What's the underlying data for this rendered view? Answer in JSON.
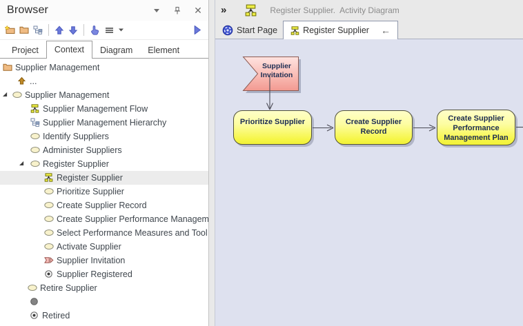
{
  "browser_panel": {
    "title": "Browser",
    "caption_icons": [
      "caret-down",
      "pin",
      "close"
    ],
    "toolbar": {
      "left_icons": [
        "new-folder",
        "folder",
        "hierarchy",
        "separator",
        "arrow-up",
        "arrow-down",
        "separator",
        "hand-pointer",
        "menu",
        "caret-down-small"
      ],
      "right_icons": [
        "play"
      ]
    },
    "tabs": {
      "items": [
        "Project",
        "Context",
        "Diagram",
        "Element"
      ],
      "active": "Context"
    },
    "tree": [
      {
        "icon": "folder",
        "indent": 4,
        "label": "Supplier Management"
      },
      {
        "icon": "up-gold",
        "indent": 25,
        "label": "..."
      },
      {
        "icon": "oval",
        "indent": 18,
        "label": "Supplier Management",
        "expanded": true,
        "toggle_indent": 4
      },
      {
        "icon": "activity-diagram",
        "indent": 44,
        "label": "Supplier Management Flow"
      },
      {
        "icon": "hierarchy",
        "indent": 44,
        "label": "Supplier Management Hierarchy"
      },
      {
        "icon": "oval",
        "indent": 44,
        "label": "Identify Suppliers"
      },
      {
        "icon": "oval",
        "indent": 44,
        "label": "Administer Suppliers"
      },
      {
        "icon": "oval",
        "indent": 44,
        "label": "Register Supplier",
        "expanded": true,
        "toggle_indent": 28
      },
      {
        "icon": "activity-diagram",
        "indent": 64,
        "label": "Register Supplier",
        "selected": true
      },
      {
        "icon": "oval",
        "indent": 64,
        "label": "Prioritize Supplier"
      },
      {
        "icon": "oval",
        "indent": 64,
        "label": "Create Supplier Record"
      },
      {
        "icon": "oval",
        "indent": 64,
        "label": "Create Supplier Performance Managem"
      },
      {
        "icon": "oval",
        "indent": 64,
        "label": "Select Performance Measures and Tool"
      },
      {
        "icon": "oval",
        "indent": 64,
        "label": "Activate Supplier"
      },
      {
        "icon": "signal",
        "indent": 64,
        "label": "Supplier Invitation"
      },
      {
        "icon": "final-node",
        "indent": 64,
        "label": "Supplier Registered"
      },
      {
        "icon": "oval",
        "indent": 40,
        "label": "Retire Supplier"
      },
      {
        "icon": "initial-node",
        "indent": 43,
        "label": ""
      },
      {
        "icon": "final-node",
        "indent": 43,
        "label": "Retired"
      }
    ]
  },
  "diagram_area": {
    "header": {
      "collapse_icon": "double-chevron-right",
      "icon": "activity-diagram",
      "title": "Register Supplier.  Activity Diagram"
    },
    "doc_tabs": [
      {
        "label": "Start Page",
        "icon": "start-page",
        "active": false
      },
      {
        "label": "Register Supplier",
        "icon": "activity-diagram",
        "active": true,
        "trailing_icon": "back-arrow"
      }
    ],
    "canvas": {
      "background": "#dee1ef",
      "nodes": [
        {
          "id": "supplier-invitation",
          "type": "accept-event",
          "label": "Supplier\nInvitation"
        },
        {
          "id": "prioritize-supplier",
          "type": "activity",
          "label": "Prioritize Supplier"
        },
        {
          "id": "create-supplier-record",
          "type": "activity",
          "label": "Create Supplier Record"
        },
        {
          "id": "create-supplier-performance-management-plan",
          "type": "activity",
          "label": "Create Supplier\nPerformance\nManagement Plan"
        }
      ],
      "edges": [
        {
          "from": "supplier-invitation",
          "to": "prioritize-supplier"
        },
        {
          "from": "prioritize-supplier",
          "to": "create-supplier-record"
        },
        {
          "from": "create-supplier-record",
          "to": "create-supplier-performance-management-plan"
        },
        {
          "from": "create-supplier-performance-management-plan",
          "to": "offscreen-right"
        }
      ]
    }
  },
  "colors": {
    "canvas_background": "#dee1ef",
    "activity_fill_top": "#ffffc8",
    "activity_fill_bottom": "#f1f138",
    "activity_border": "#50503a",
    "activity_text": "#1c2c52",
    "accept_event_fill_top": "#ffe3e0",
    "accept_event_fill_bottom": "#f29a91",
    "accept_event_border": "#8c5a52",
    "selection_row": "#ececec",
    "toolbar_accent_blue": "#6b79da",
    "connector": "#4a4a55"
  }
}
